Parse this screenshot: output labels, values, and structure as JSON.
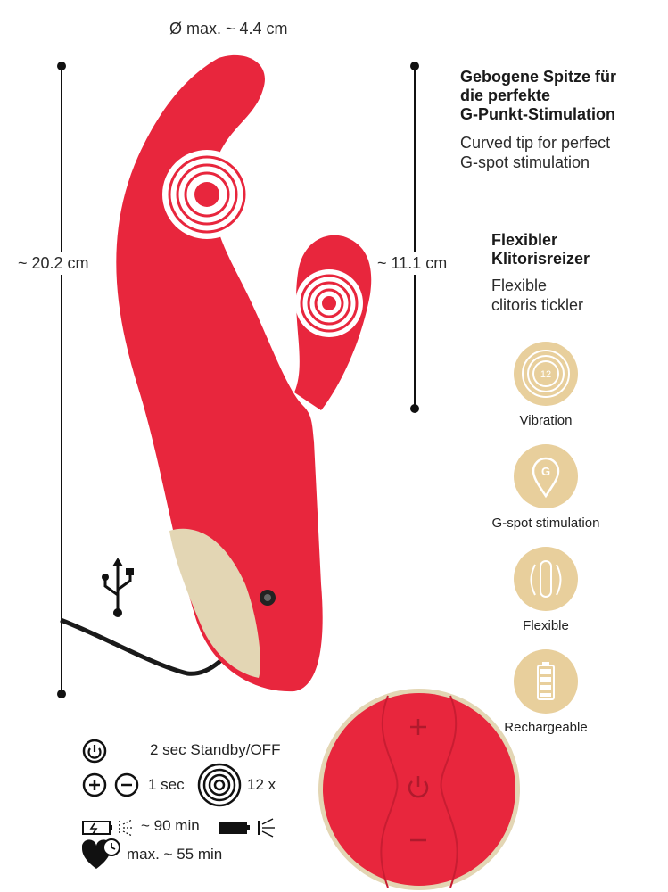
{
  "dimensions": {
    "diameter": "Ø max. ~ 4.4 cm",
    "length_total": "~ 20.2 cm",
    "length_tickler": "~ 11.1 cm"
  },
  "callouts": {
    "tip_de": "Gebogene Spitze für die perfekte G-Punkt-Stimulation",
    "tip_de_lines": [
      "Gebogene Spitze für",
      "die perfekte",
      "G-Punkt-Stimulation"
    ],
    "tip_en_lines": [
      "Curved tip for perfect",
      "G-spot stimulation"
    ],
    "clit_de_lines": [
      "Flexibler",
      "Klitorisreizer"
    ],
    "clit_en_lines": [
      "Flexible",
      "clitoris tickler"
    ]
  },
  "features": [
    {
      "label": "Vibration",
      "icon": "vibration-12-icon"
    },
    {
      "label": "G-spot stimulation",
      "icon": "g-spot-pin-icon"
    },
    {
      "label": "Flexible",
      "icon": "flexible-icon"
    },
    {
      "label": "Rechargeable",
      "icon": "battery-icon"
    }
  ],
  "controls": {
    "standby": "2 sec Standby/OFF",
    "mode_time": "1 sec",
    "mode_count": "12 x",
    "charge_time": "~ 90 min",
    "run_time": "max. ~ 55 min"
  },
  "colors": {
    "product_red": "#e8263d",
    "handle_gold": "#e3d6b4",
    "feature_gold": "#e8cf9c"
  }
}
